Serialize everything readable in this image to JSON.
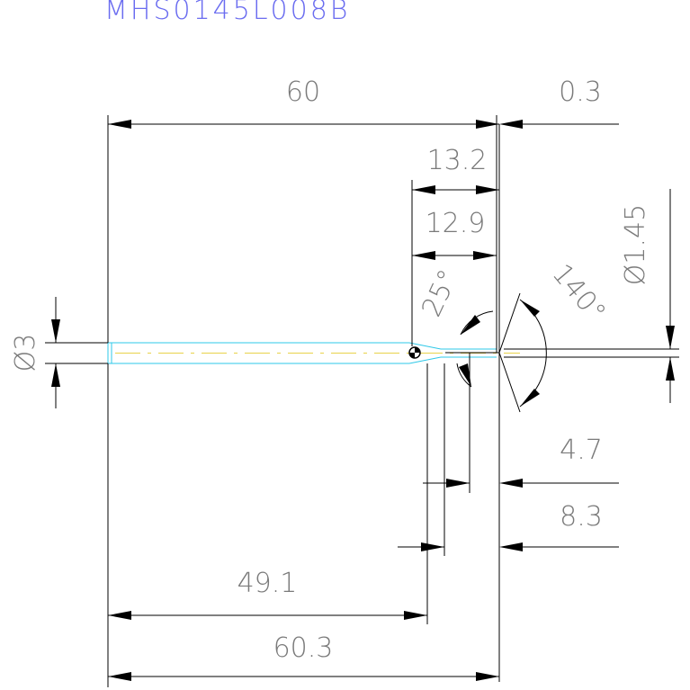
{
  "part_number": "MHS0145L008B",
  "dimensions": {
    "overall_length": "60",
    "tip_offset": "0.3",
    "flute_length_outer": "13.2",
    "flute_length_inner": "12.9",
    "tip_diameter": "Ø1.45",
    "shank_diameter": "Ø3",
    "neck_angle": "25°",
    "point_angle": "140°",
    "step_1": "4.7",
    "step_2": "8.3",
    "shank_length": "49.1",
    "total_length": "60.3"
  },
  "colors": {
    "part_number": "#6a6cf0",
    "dimension_text": "#7a7a7a",
    "tool_outline": "#2ec8e8",
    "center_line": "#e8d24a",
    "tip_edge": "#dd4444"
  }
}
